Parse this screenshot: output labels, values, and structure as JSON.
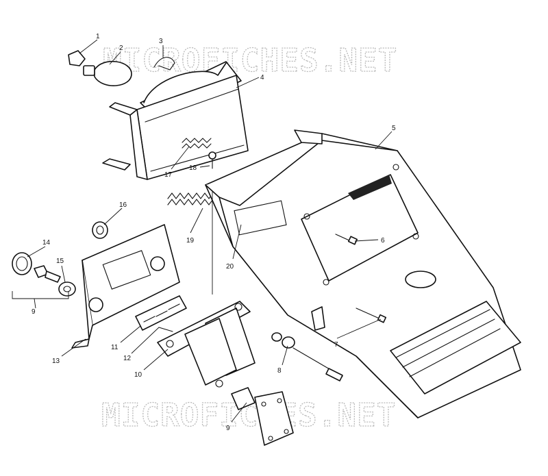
{
  "watermark": {
    "text_top": "MICROFICHES.NET",
    "text_bottom": "MICROFICHES.NET"
  },
  "callouts": [
    {
      "id": "c1",
      "label": "1"
    },
    {
      "id": "c2",
      "label": "2"
    },
    {
      "id": "c3",
      "label": "3"
    },
    {
      "id": "c4",
      "label": "4"
    },
    {
      "id": "c5",
      "label": "5"
    },
    {
      "id": "c6",
      "label": "6"
    },
    {
      "id": "c7",
      "label": "7"
    },
    {
      "id": "c8",
      "label": "8"
    },
    {
      "id": "c9a",
      "label": "9"
    },
    {
      "id": "c9b",
      "label": "9"
    },
    {
      "id": "c10",
      "label": "10"
    },
    {
      "id": "c11",
      "label": "11"
    },
    {
      "id": "c12",
      "label": "12"
    },
    {
      "id": "c13",
      "label": "13"
    },
    {
      "id": "c14",
      "label": "14"
    },
    {
      "id": "c15",
      "label": "15"
    },
    {
      "id": "c16",
      "label": "16"
    },
    {
      "id": "c17",
      "label": "17"
    },
    {
      "id": "c18",
      "label": "18"
    },
    {
      "id": "c19",
      "label": "19"
    },
    {
      "id": "c20",
      "label": "20"
    }
  ]
}
